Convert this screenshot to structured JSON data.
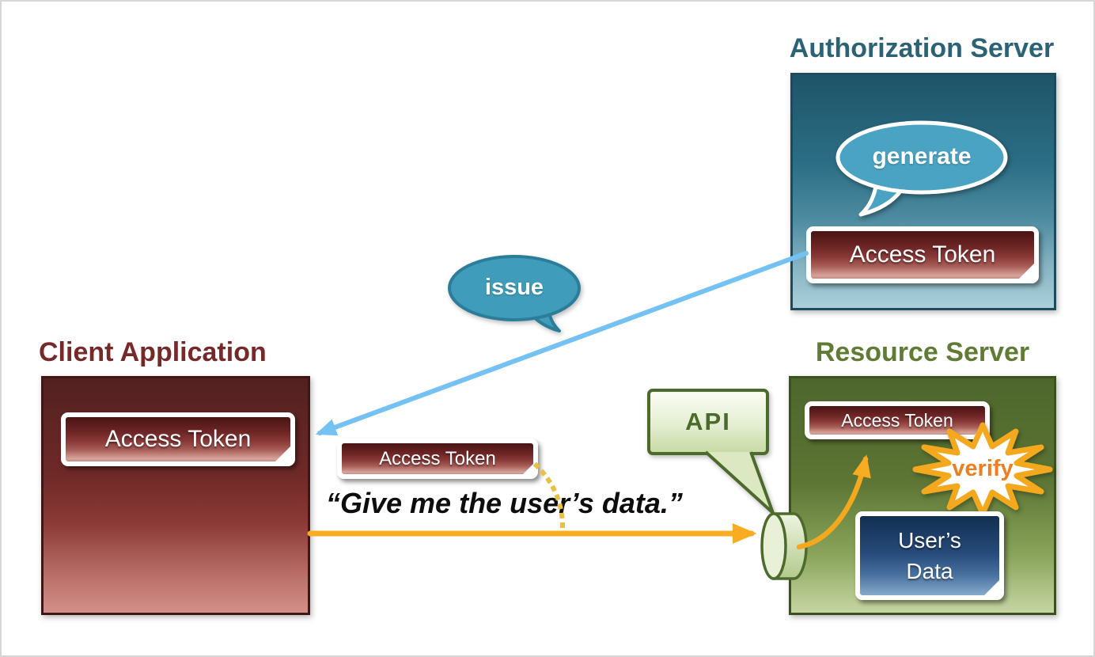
{
  "nodes": {
    "authorization_server": {
      "title": "Authorization Server",
      "bubble_label": "generate",
      "token_label": "Access Token"
    },
    "client_application": {
      "title": "Client Application",
      "token_label": "Access Token"
    },
    "resource_server": {
      "title": "Resource Server",
      "token_label": "Access Token",
      "api_label": "API",
      "verify_label": "verify",
      "user_data_line1": "User’s",
      "user_data_line2": "Data"
    }
  },
  "flow": {
    "issue_label": "issue",
    "token_in_transit_label": "Access Token",
    "request_quote": "“Give me the user’s data.”"
  },
  "colors": {
    "issue_arrow_blue": "#74c2f4",
    "request_arrow_gold": "#f7ac21",
    "verify_star_border": "#f3a81d",
    "verify_text_orange": "#ee7f20",
    "auth_teal_title": "#2c6276",
    "client_maroon_title": "#77292a",
    "resource_green_title": "#5f7b34",
    "token_note_red": "#6c2424",
    "user_data_blue": "#274b7a",
    "bubble_teal": "#4aa3c3",
    "api_bubble_green": "#d9e6bd"
  }
}
